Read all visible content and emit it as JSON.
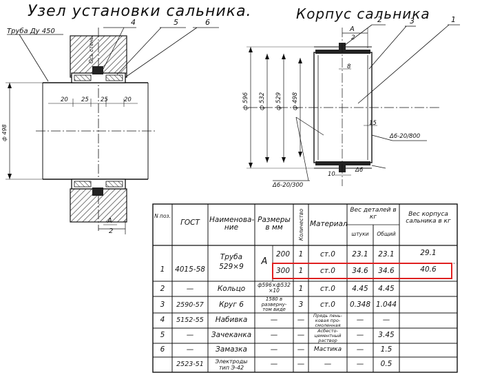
{
  "left_view": {
    "title": "Узел установки сальника.",
    "pipe_label": "Труба Ду 450",
    "wall_axis_label": "Ось стены",
    "callouts": [
      "4",
      "5",
      "6"
    ],
    "dim_20a": "20",
    "dim_25a": "25",
    "dim_25b": "25",
    "dim_20b": "20",
    "diameter": "ф 498",
    "section_mark": "А",
    "section_num": "2"
  },
  "right_view": {
    "title": "Корпус сальника",
    "callouts": [
      "2",
      "3",
      "1"
    ],
    "dim_a": "А",
    "dim_a_num": "2",
    "dim_8": "8",
    "dim_15": "15",
    "dim_10": "10",
    "d1": "ф 596",
    "d2": "ф 532",
    "d3": "ф 529",
    "d4": "ф 498",
    "weld_1": "Δ6-20/800",
    "weld_2": "Δ6-20/300",
    "weld_3": "Δ6"
  },
  "table": {
    "headers": {
      "pos": "N поз.",
      "gost": "ГОСТ",
      "name": "Наименова- ние",
      "dims": "Размеры в мм",
      "qty": "Количество",
      "material": "Материал",
      "part_weight": "Вес деталей в кг",
      "per_piece": "штуки",
      "total": "Общий",
      "body_weight": "Вес корпуса сальника в кг"
    },
    "rows": [
      {
        "pos": "1",
        "gost": "4015-58",
        "name": "Труба 529×9",
        "dim_a": "А",
        "dim_b": "200",
        "qty": "1",
        "mat": "ст.0",
        "piece": "23.1",
        "total": "23.1",
        "body": "29.1"
      },
      {
        "pos": "",
        "gost": "",
        "name": "",
        "dim_a": "",
        "dim_b": "300",
        "qty": "1",
        "mat": "ст.0",
        "piece": "34.6",
        "total": "34.6",
        "body": "40.6"
      },
      {
        "pos": "2",
        "gost": "—",
        "name": "Кольцо",
        "dim_a": "ф596×ф532 ×10",
        "dim_b": "",
        "qty": "1",
        "mat": "ст.0",
        "piece": "4.45",
        "total": "4.45",
        "body": ""
      },
      {
        "pos": "3",
        "gost": "2590-57",
        "name": "Круг 6",
        "dim_a": "1580 в разверну- том виде",
        "dim_b": "",
        "qty": "3",
        "mat": "ст.0",
        "piece": "0.348",
        "total": "1.044",
        "body": ""
      },
      {
        "pos": "4",
        "gost": "5152-55",
        "name": "Набивка",
        "dim_a": "—",
        "dim_b": "",
        "qty": "—",
        "mat": "Прядь пень- ковая про- смоленная",
        "piece": "—",
        "total": "—",
        "body": ""
      },
      {
        "pos": "5",
        "gost": "—",
        "name": "Зачеканка",
        "dim_a": "—",
        "dim_b": "",
        "qty": "—",
        "mat": "Асбесто- цементный раствор",
        "piece": "—",
        "total": "3.45",
        "body": ""
      },
      {
        "pos": "6",
        "gost": "—",
        "name": "Замазка",
        "dim_a": "—",
        "dim_b": "",
        "qty": "—",
        "mat": "Мастика",
        "piece": "—",
        "total": "1.5",
        "body": ""
      },
      {
        "pos": "",
        "gost": "2523-51",
        "name": "Электроды тип Э-42",
        "dim_a": "—",
        "dim_b": "",
        "qty": "—",
        "mat": "—",
        "piece": "—",
        "total": "0.5",
        "body": ""
      }
    ],
    "highlight_color": "#e02020"
  }
}
